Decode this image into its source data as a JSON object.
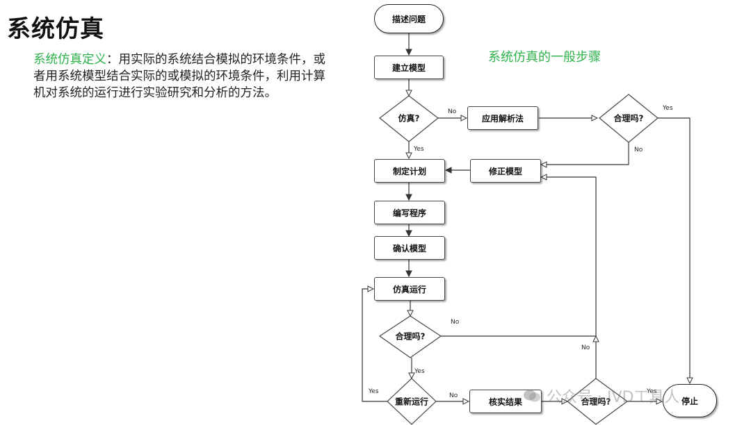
{
  "title": "系统仿真",
  "definition": {
    "term": "系统仿真定义",
    "text": "：用实际的系统结合模拟的环境条件，或者用系统模型结合实际的或模拟的环境条件，利用计算机对系统的运行进行实验研究和分析的方法。"
  },
  "flowchart": {
    "title": "系统仿真的一般步骤",
    "nodes": {
      "describe": "描述问题",
      "build_model": "建立模型",
      "simulate_q": "仿真?",
      "analytic": "应用解析法",
      "reasonable_q1": "合理吗?",
      "plan": "制定计划",
      "fix_model": "修正模型",
      "program": "编写程序",
      "confirm": "确认模型",
      "run": "仿真运行",
      "reasonable_q2": "合理吗?",
      "rerun_q": "重新运行",
      "verify": "核实结果",
      "reasonable_q3": "合理吗?",
      "stop": "停止"
    },
    "edge_labels": {
      "no1": "No",
      "yes1": "Yes",
      "yes2": "Yes",
      "no2": "No",
      "no3": "No",
      "no4": "No",
      "yes3": "Yes",
      "yes4": "Yes",
      "no5": "No",
      "yes5": "Yes"
    }
  },
  "watermark": "公众号 · IVD工具人"
}
